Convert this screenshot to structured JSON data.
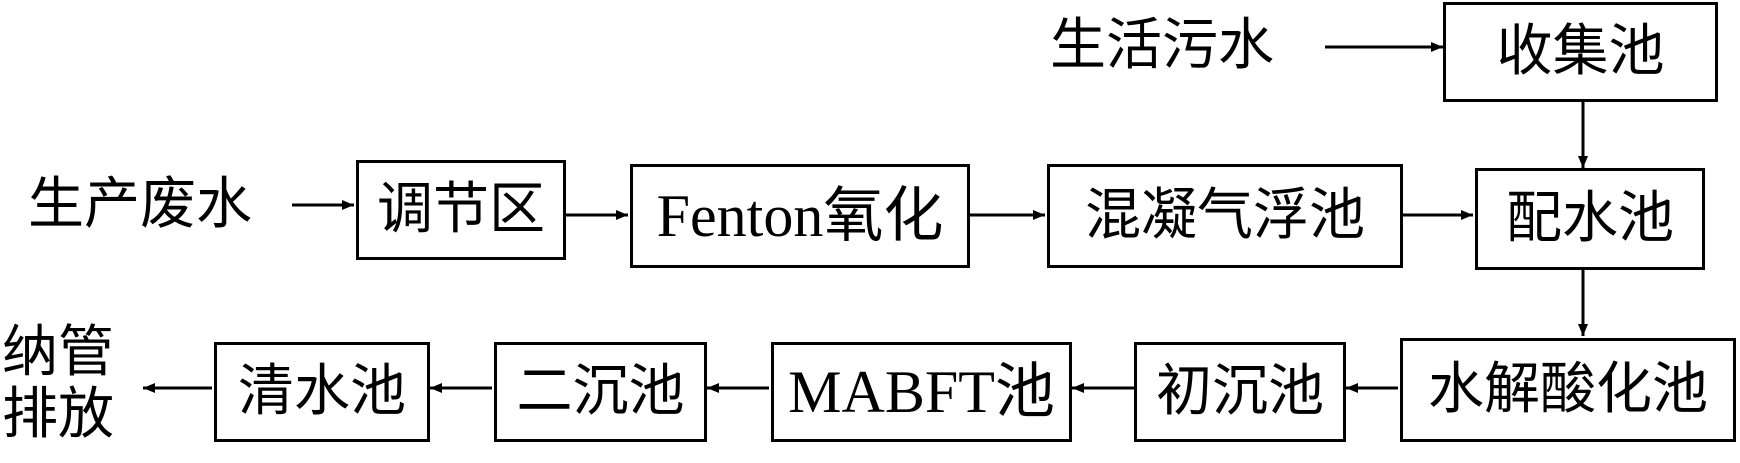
{
  "inputs": {
    "domestic": "生活污水",
    "production": "生产废水"
  },
  "output": {
    "line1": "纳管",
    "line2": "排放"
  },
  "units": {
    "collection_tank": "收集池",
    "equalization_zone": "调节区",
    "fenton_oxidation": "Fenton氧化",
    "coag_flotation_tank": "混凝气浮池",
    "distribution_tank": "配水池",
    "hydrolysis_acid_tank": "水解酸化池",
    "primary_settling_tank": "初沉池",
    "mabft_tank": "MABFT池",
    "secondary_settling_tank": "二沉池",
    "clear_water_tank": "清水池"
  }
}
